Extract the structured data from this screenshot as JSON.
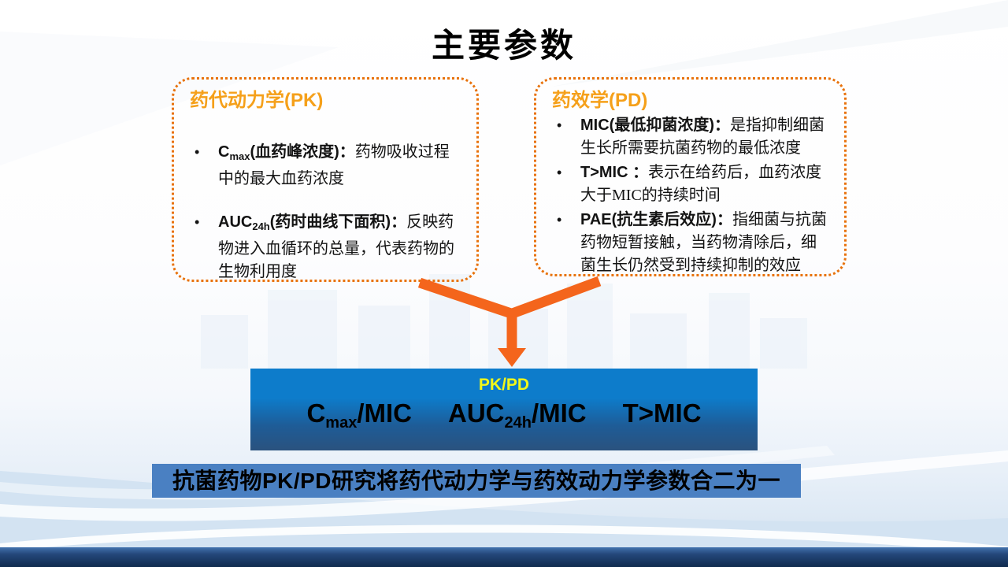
{
  "slide_title": "主要参数",
  "pk_box": {
    "header": "药代动力学(PK)",
    "bullet_marker": "•",
    "bullets": [
      {
        "t1": "C",
        "sub": "max",
        "t2": "(血药峰浓度)：",
        "desc": "药物吸收过程中的最大血药浓度"
      },
      {
        "t1": "AUC",
        "sub": "24h",
        "t2": "(药时曲线下面积)：",
        "desc": "反映药物进入血循环的总量，代表药物的生物利用度"
      }
    ]
  },
  "pd_box": {
    "header": "药效学(PD)",
    "bullet_marker": "•",
    "bullets": [
      {
        "term": "MIC(最低抑菌浓度)：",
        "desc": "是指抑制细菌生长所需要抗菌药物的最低浓度"
      },
      {
        "term": "T>MIC ：",
        "desc": "表示在给药后，血药浓度大于MIC的持续时间"
      },
      {
        "term": "PAE(抗生素后效应)：",
        "desc": "指细菌与抗菌药物短暂接触，当药物清除后，细菌生长仍然受到持续抑制的效应"
      }
    ]
  },
  "pkpd_box": {
    "label": "PK/PD",
    "formulas": [
      {
        "pre": "C",
        "sub": "max",
        "post": "/MIC"
      },
      {
        "pre": "AUC",
        "sub": "24h",
        "post": "/MIC"
      },
      {
        "pre": "T>MIC",
        "sub": "",
        "post": ""
      }
    ]
  },
  "banner_text": "抗菌药物PK/PD研究将药代动力学与药效动力学参数合二为一",
  "colors": {
    "box_border_orange": "#E8720C",
    "header_orange": "#F5A01A",
    "arrow_orange": "#F4651C",
    "pkpd_blue_top": "#0D7CCB",
    "pkpd_blue_bottom": "#2A527E",
    "pkpd_label_yellow": "#F2F719",
    "banner_blue": "#4A80C2",
    "footer_navy": "#1E3F6E"
  }
}
